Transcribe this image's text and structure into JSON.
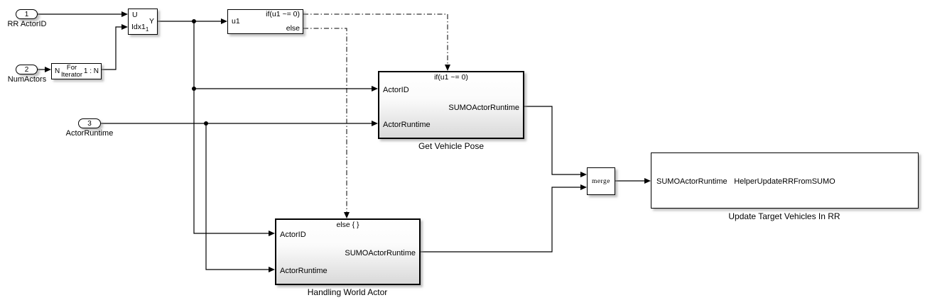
{
  "diagram": {
    "inports": [
      {
        "number": "1",
        "label": "RR ActorID"
      },
      {
        "number": "2",
        "label": "NumActors"
      },
      {
        "number": "3",
        "label": "ActorRuntime"
      }
    ],
    "selector": {
      "input_top": "U",
      "input_bottom": "Idx1",
      "input_bottom_sub": "1",
      "output": "Y"
    },
    "for_iterator": {
      "input": "N",
      "title_line1": "For",
      "title_line2": "Iterator",
      "output": "1 : N"
    },
    "if_block": {
      "input": "u1",
      "output_if": "if(u1 ~= 0)",
      "output_else": "else"
    },
    "get_vehicle_pose": {
      "control_label": "if(u1 ~= 0)",
      "input_1": "ActorID",
      "input_2": "ActorRuntime",
      "output": "SUMOActorRuntime",
      "name": "Get Vehicle Pose"
    },
    "handling_world_actor": {
      "control_label": "else { }",
      "input_1": "ActorID",
      "input_2": "ActorRuntime",
      "output": "SUMOActorRuntime",
      "name": "Handling World Actor"
    },
    "merge": {
      "label": "merge"
    },
    "update_block": {
      "input": "SUMOActorRuntime",
      "function_name": "HelperUpdateRRFromSUMO",
      "name": "Update Target Vehicles In RR"
    },
    "colors": {
      "line": "#000000",
      "block_fill_top": "#ffffff",
      "block_fill_bottom": "#d9d9d9",
      "background": "#ffffff"
    }
  }
}
